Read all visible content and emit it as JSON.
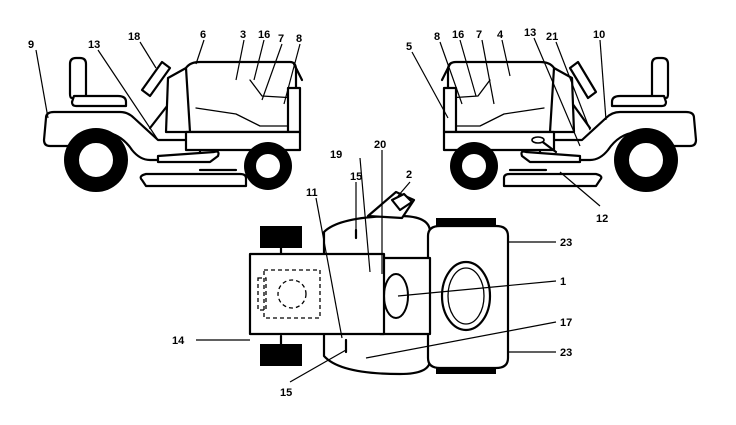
{
  "callouts": {
    "c9": "9",
    "c13_left": "13",
    "c18": "18",
    "c6": "6",
    "c3": "3",
    "c16_left": "16",
    "c7_left": "7",
    "c8_left": "8",
    "c5": "5",
    "c8_right": "8",
    "c16_right": "16",
    "c7_right": "7",
    "c4": "4",
    "c13_right": "13",
    "c21": "21",
    "c10": "10",
    "c12": "12",
    "c19": "19",
    "c20": "20",
    "c15_top": "15",
    "c2": "2",
    "c11": "11",
    "c23_top": "23",
    "c1": "1",
    "c17": "17",
    "c14": "14",
    "c23_bottom": "23",
    "c15_bottom": "15"
  }
}
